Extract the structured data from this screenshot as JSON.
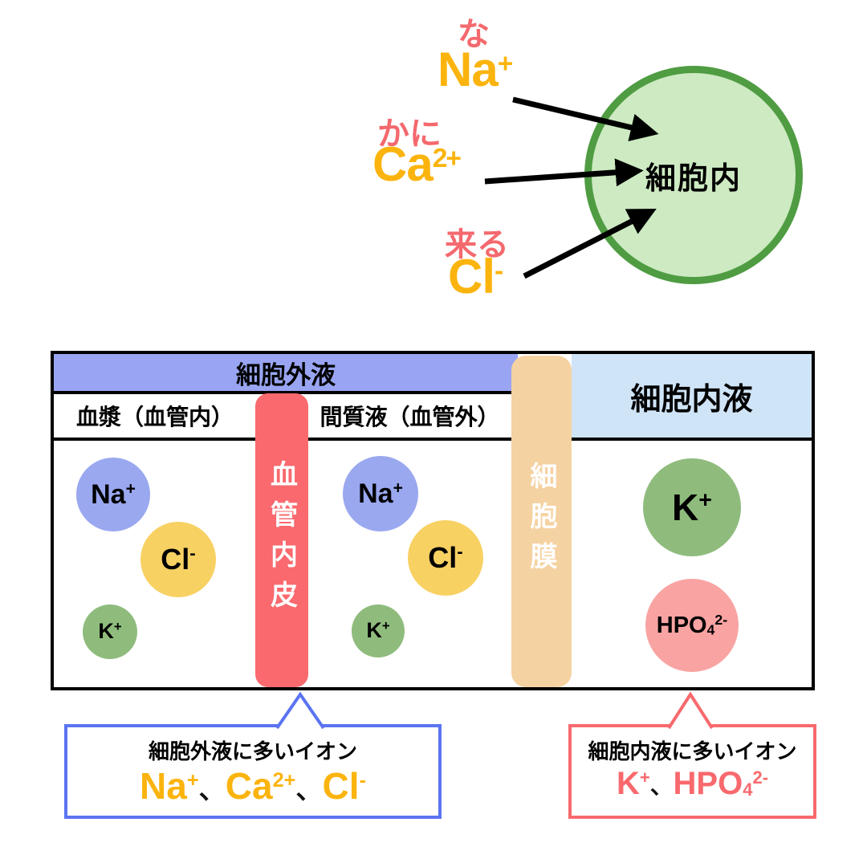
{
  "mnemonic": {
    "items": [
      {
        "kana": "な",
        "symbol": "Na",
        "charge": "+"
      },
      {
        "kana": "かに",
        "symbol": "Ca",
        "charge": "2+"
      },
      {
        "kana": "来る",
        "symbol": "Cl",
        "charge": "-"
      }
    ],
    "target_label": "細胞内"
  },
  "table": {
    "headers": {
      "extracellular": "細胞外液",
      "intracellular": "細胞内液",
      "plasma": "血漿（血管内）",
      "interstitial": "間質液（血管外）"
    },
    "barriers": {
      "endothelium": "血管内皮",
      "membrane": "細胞膜"
    },
    "plasma_ions": [
      {
        "symbol": "Na",
        "charge": "+"
      },
      {
        "symbol": "Cl",
        "charge": "-"
      },
      {
        "symbol": "K",
        "charge": "+"
      }
    ],
    "interstitial_ions": [
      {
        "symbol": "Na",
        "charge": "+"
      },
      {
        "symbol": "Cl",
        "charge": "-"
      },
      {
        "symbol": "K",
        "charge": "+"
      }
    ],
    "intracellular_ions": [
      {
        "symbol": "K",
        "charge": "+"
      },
      {
        "symbol": "HPO",
        "subscript": "4",
        "charge": "2-"
      }
    ]
  },
  "callouts": {
    "extracellular": {
      "title": "細胞外液に多いイオン",
      "separator": "、",
      "ions": [
        {
          "symbol": "Na",
          "charge": "+"
        },
        {
          "symbol": "Ca",
          "charge": "2+"
        },
        {
          "symbol": "Cl",
          "charge": "-"
        }
      ]
    },
    "intracellular": {
      "title": "細胞内液に多いイオン",
      "separator": "、",
      "ions": [
        {
          "symbol": "K",
          "charge": "+"
        },
        {
          "symbol": "HPO",
          "subscript": "4",
          "charge": "2-"
        }
      ]
    }
  },
  "colors": {
    "kana_pink": "#f4696e",
    "ion_yellow": "#fbb40e",
    "cell_fill": "#cdeac2",
    "cell_border": "#4f9c42",
    "extracellular_header_bg": "#99a5f2",
    "intracellular_header_bg": "#d0e4f7",
    "endothelium_bar": "#f9696e",
    "membrane_bar": "#f5d2a2",
    "na_circle": "#9aa8f0",
    "cl_circle": "#f8d163",
    "k_circle": "#8fbc7d",
    "hpo4_circle": "#f9a3a3",
    "callout_blue_border": "#5b74f2",
    "callout_red_border": "#f8696d"
  }
}
